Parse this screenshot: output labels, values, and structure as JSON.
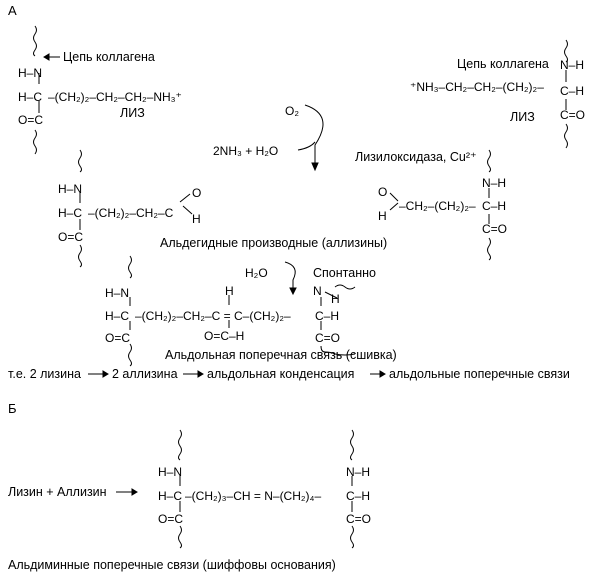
{
  "panel_a": {
    "label": "А",
    "collagen_chain_left": "Цепь коллагена",
    "collagen_chain_right": "Цепь коллагена",
    "lys_left": "ЛИЗ",
    "lys_right": "ЛИЗ",
    "o2": "O₂",
    "nh3_h2o": "2NH₃ + H₂O",
    "enzyme": "Лизилоксидаза, Cu²⁺",
    "aldehyde_caption": "Альдегидные производные (аллизины)",
    "h2o": "H₂O",
    "spontaneous": "Спонтанно",
    "aldol_caption": "Альдольная поперечная связь (сшивка)",
    "summary_1": "т.е. 2 лизина",
    "summary_2": "2 аллизина",
    "summary_3": "альдольная конденсация",
    "summary_4": "альдольные поперечные связи"
  },
  "panel_b": {
    "label": "Б",
    "reactants": "Лизин + Аллизин",
    "caption": "Альдиминные поперечные связи (шиффовы основания)"
  },
  "formulas": {
    "nh": "N",
    "h": "H",
    "c": "C",
    "o": "O",
    "hn_l": "H–N",
    "hc_l": "H–C",
    "oc_l": "O=C",
    "nh_r": "N–H",
    "ch_r": "C–H",
    "co_r": "C=O",
    "lys_chain_left": "–(CH₂)₂–CH₂–CH₂–NH₃⁺",
    "lys_chain_right": "⁺NH₃–CH₂–CH₂–(CH₂)₂–",
    "ald_left_chain": "–(CH₂)₂–CH₂–C",
    "ald_right_chain": "–CH₂–(CH₂)₂–",
    "aldol_chain_1": "–(CH₂)₂–CH₂–C = C–(CH₂)₂–",
    "aldol_o_ch": "O=C–H",
    "aldimine_chain": "–(CH₂)₃–CH = N–(CH₂)₄–"
  }
}
